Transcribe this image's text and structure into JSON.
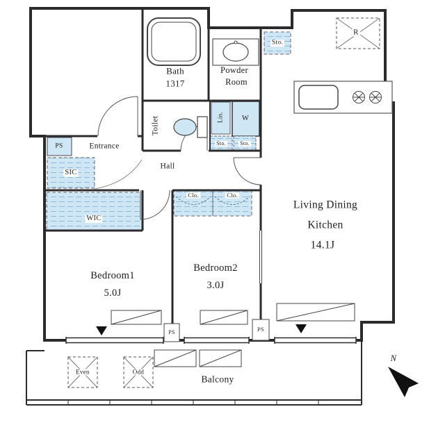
{
  "rooms": {
    "bath": {
      "name": "Bath",
      "size": "1317"
    },
    "powder_room": {
      "line1": "Powder",
      "line2": "Room"
    },
    "toilet": {
      "name": "Toilet"
    },
    "entrance": {
      "name": "Entrance"
    },
    "hall": {
      "name": "Hall"
    },
    "sic": {
      "name": "SIC"
    },
    "wic": {
      "name": "WIC"
    },
    "living_dining_kitchen": {
      "line1": "Living Dining",
      "line2": "Kitchen",
      "size": "14.1J"
    },
    "bedroom1": {
      "name": "Bedroom1",
      "size": "5.0J"
    },
    "bedroom2": {
      "name": "Bedroom2",
      "size": "3.0J"
    },
    "balcony": {
      "name": "Balcony"
    }
  },
  "storage": {
    "sto": "Sto.",
    "lin": "Lin.",
    "washer": "W",
    "closet": "Clo.",
    "refrigerator": "R"
  },
  "shafts": {
    "ps": "PS"
  },
  "hatch_marks": {
    "even": "Even",
    "odd": "Odd"
  },
  "compass": {
    "north": "N"
  },
  "colors": {
    "wall": "#2b2b2b",
    "fixture_line": "#444444",
    "fill_light_blue": "#cfe6f4",
    "hatch_line": "#8fb9d6"
  }
}
